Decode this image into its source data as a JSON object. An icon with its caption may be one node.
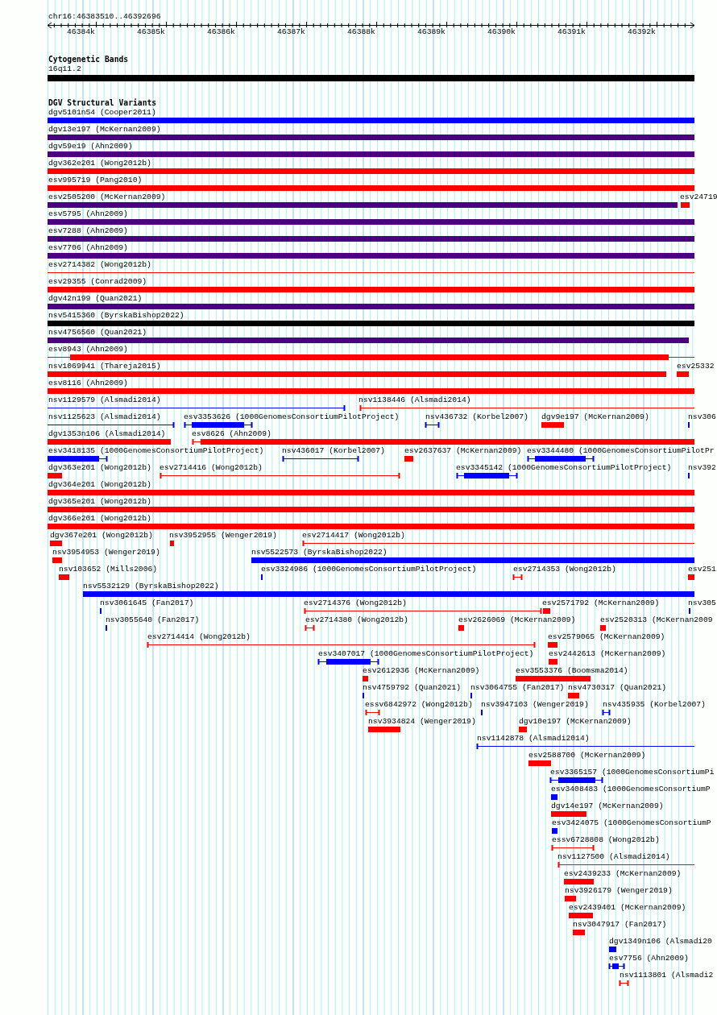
{
  "diagram": {
    "title": "chr16:46383510..46392696",
    "labels": [
      "46384k",
      "46385k",
      "46386k",
      "46387k",
      "46388k",
      "46389k",
      "46390k",
      "46391k",
      "46392k",
      "Cytogenetic Bands",
      "16q11.2",
      "DGV Structural Variants",
      "dgv5101n54 (Cooper2011)",
      "dgv13e197 (McKernan2009)",
      "dgv59e19 (Ahn2009)",
      "dgv362e201 (Wong2012b)",
      "esv995719 (Pang2010)",
      "esv2505200 (McKernan2009)",
      "esv24719",
      "esv5795 (Ahn2009)",
      "esv7288 (Ahn2009)",
      "esv7706 (Ahn2009)",
      "esv2714382 (Wong2012b)",
      "esv29355 (Conrad2009)",
      "dgv42n199 (Quan2021)",
      "nsv5415360 (ByrskaBishop2022)",
      "nsv4756560 (Quan2021)",
      "esv8943 (Ahn2009)",
      "nsv1069941 (Thareja2015)",
      "esv25332",
      "esv8116 (Ahn2009)",
      "nsv1129579 (Alsmadi2014)",
      "nsv1138446 (Alsmadi2014)",
      "nsv1125623 (Alsmadi2014)",
      "esv3353626 (1000GenomesConsortiumPilotProject)",
      "nsv436732 (Korbel2007)",
      "dgv9e197 (McKernan2009)",
      "nsv306",
      "dgv1353n106 (Alsmadi2014)",
      "esv8626 (Ahn2009)",
      "esv3418135 (1000GenomesConsortiumPilotProject)",
      "nsv436017 (Korbel2007)",
      "esv2637637 (McKernan2009)",
      "esv3344480 (1000GenomesConsortiumPilotPr",
      "dgv363e201 (Wong2012b)",
      "esv2714416 (Wong2012b)",
      "esv3345142 (1000GenomesConsortiumPilotProject)",
      "nsv392",
      "dgv364e201 (Wong2012b)",
      "dgv365e201 (Wong2012b)",
      "dgv366e201 (Wong2012b)",
      "dgv367e201 (Wong2012b)",
      "nsv3952955 (Wenger2019)",
      "esv2714417 (Wong2012b)",
      "nsv3954953 (Wenger2019)",
      "nsv5522573 (ByrskaBishop2022)",
      "nsv103652 (Mills2006)",
      "esv3324986 (1000GenomesConsortiumPilotProject)",
      "esv2714353 (Wong2012b)",
      "esv251",
      "nsv5532129 (ByrskaBishop2022)",
      "nsv3061645 (Fan2017)",
      "esv2714376 (Wong2012b)",
      "esv2571792 (McKernan2009)",
      "nsv305",
      "nsv3055640 (Fan2017)",
      "esv2714380 (Wong2012b)",
      "esv2626069 (McKernan2009)",
      "esv2520313 (McKernan2009",
      "esv2714414 (Wong2012b)",
      "esv2579065 (McKernan2009)",
      "esv3407017 (1000GenomesConsortiumPilotProject)",
      "esv2442613 (McKernan2009)",
      "esv2612936 (McKernan2009)",
      "esv3553376 (Boomsma2014)",
      "nsv4759792 (Quan2021)",
      "nsv3064755 (Fan2017)",
      "nsv4730317 (Quan2021)",
      "essv6842972 (Wong2012b)",
      "nsv3947103 (Wenger2019)",
      "nsv435935 (Korbel2007)",
      "nsv3934824 (Wenger2019)",
      "dgv10e197 (McKernan2009)",
      "nsv1142878 (Alsmadi2014)",
      "esv2588700 (McKernan2009)",
      "esv3365157 (1000GenomesConsortiumPi",
      "esv3408483 (1000GenomesConsortiumP",
      "dgv14e197 (McKernan2009)",
      "esv3424075 (1000GenomesConsortiumP",
      "essv6728808 (Wong2012b)",
      "nsv1127500 (Alsmadi2014)",
      "esv2439233 (McKernan2009)",
      "nsv3926179 (Wenger2019)",
      "esv2439401 (McKernan2009)",
      "nsv3047917 (Fan2017)",
      "dgv1349n106 (Alsmadi20",
      "esv7756 (Ahn2009)",
      "nsv1113801 (Alsmadi2"
    ]
  }
}
